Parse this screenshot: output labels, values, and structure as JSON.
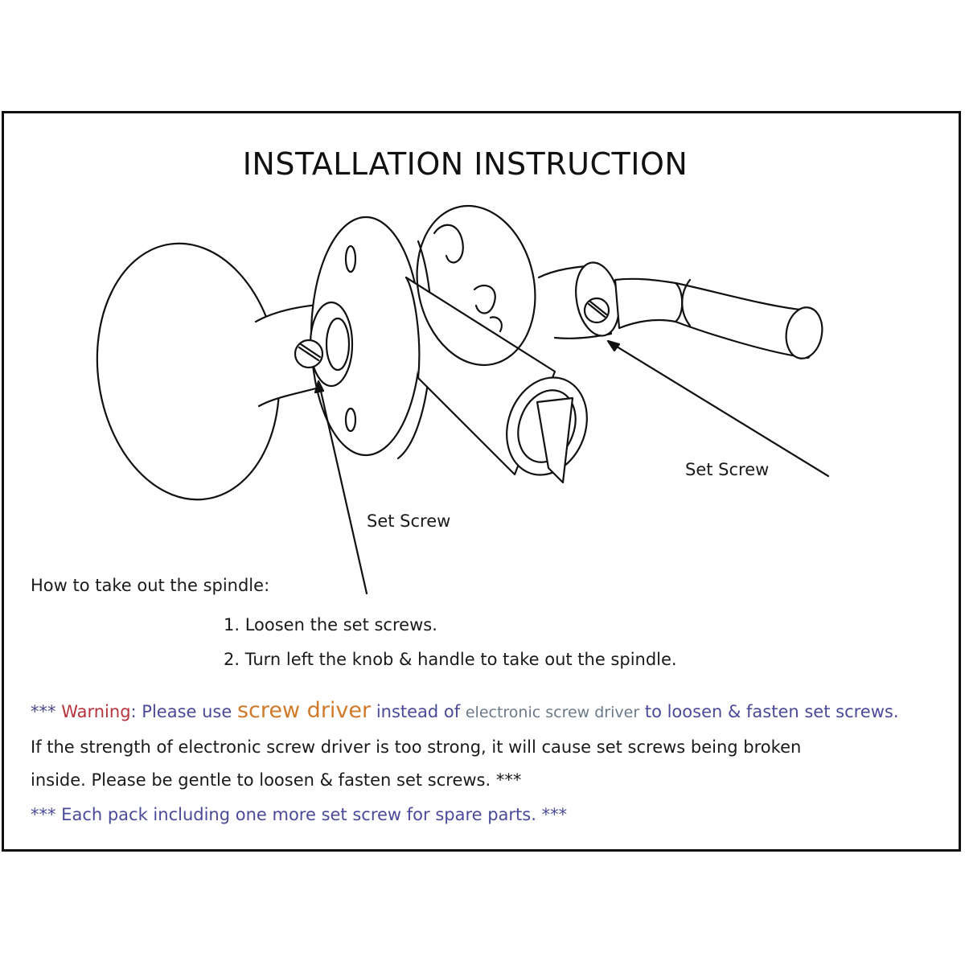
{
  "title": "INSTALLATION INSTRUCTION",
  "labels": {
    "set_screw_right": "Set Screw",
    "set_screw_left": "Set Screw"
  },
  "instructions": {
    "heading": "How to take out the spindle:",
    "steps": [
      "1. Loosen the set screws.",
      "2. Turn left the knob & handle to take out the spindle."
    ]
  },
  "warning": {
    "stars_open": "***",
    "label": "Warning",
    "colon": ":",
    "part1": "Please use",
    "emphasis": "screw driver",
    "part2": "instead of",
    "electronic": "electronic screw driver",
    "part3": "to loosen & fasten set screws.",
    "line2": "If the strength of electronic screw driver  is too  strong, it will cause set screws being broken",
    "line3": "inside.   Please be gentle to loosen & fasten set screws. ***"
  },
  "spare_note": "*** Each pack including one more set screw for spare parts. ***",
  "colors": {
    "warning_red": "#b8323c",
    "purple_text": "#4a4a9a",
    "orange_text": "#d07a2a",
    "gray_text": "#6a7a8a"
  }
}
